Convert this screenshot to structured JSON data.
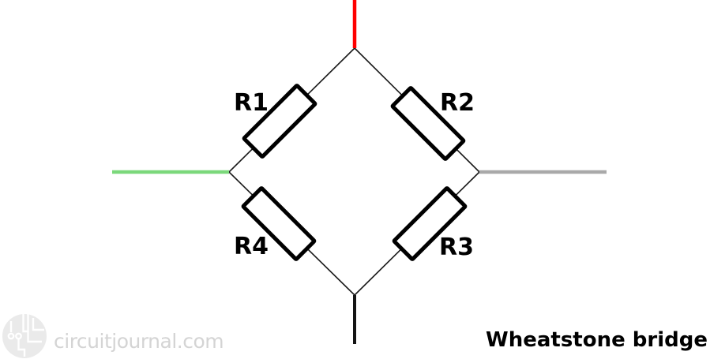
{
  "title": {
    "text": "Wheatstone bridge"
  },
  "watermark": {
    "site_text": "circuitjournal.com"
  },
  "circuit": {
    "type": "schematic",
    "name": "Wheatstone bridge",
    "resistors": [
      {
        "label": "R1",
        "branch": "left-node-to-top-node"
      },
      {
        "label": "R2",
        "branch": "top-node-to-right-node"
      },
      {
        "label": "R3",
        "branch": "right-node-to-bottom-node"
      },
      {
        "label": "R4",
        "branch": "left-node-to-bottom-node"
      }
    ],
    "wires": [
      {
        "terminal": "top",
        "color": "#ff0000"
      },
      {
        "terminal": "left",
        "color": "#7bd87b"
      },
      {
        "terminal": "right",
        "color": "#a9a9a9"
      },
      {
        "terminal": "bottom",
        "color": "#141414"
      }
    ]
  }
}
